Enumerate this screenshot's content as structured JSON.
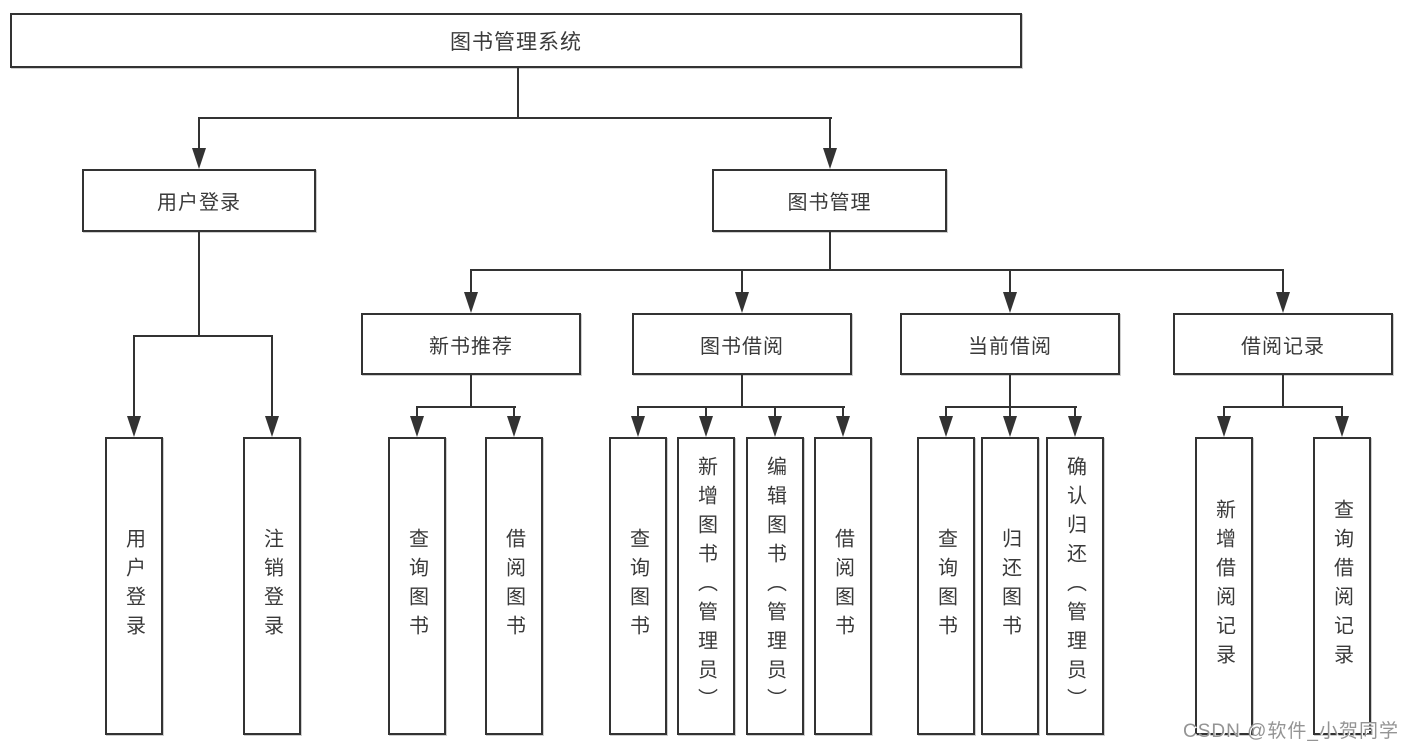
{
  "diagram": {
    "title": "图书管理系统",
    "colors": {
      "line": "#333333",
      "text": "#3a3a3a",
      "background": "#ffffff",
      "watermark": "#949494"
    },
    "nodes": {
      "root": {
        "label": "图书管理系统"
      },
      "level2": [
        {
          "id": "user-login",
          "label": "用户登录",
          "parent": "图书管理系统"
        },
        {
          "id": "book-management",
          "label": "图书管理",
          "parent": "图书管理系统"
        }
      ],
      "level3": [
        {
          "id": "new-book-recommend",
          "label": "新书推荐",
          "parent": "图书管理"
        },
        {
          "id": "book-borrow",
          "label": "图书借阅",
          "parent": "图书管理"
        },
        {
          "id": "current-borrow",
          "label": "当前借阅",
          "parent": "图书管理"
        },
        {
          "id": "borrow-records",
          "label": "借阅记录",
          "parent": "图书管理"
        }
      ],
      "leaves": [
        {
          "id": "user-login-action",
          "label": "用户登录",
          "parent": "用户登录"
        },
        {
          "id": "logout",
          "label": "注销登录",
          "parent": "用户登录"
        },
        {
          "id": "nbr-query-books",
          "label": "查询图书",
          "parent": "新书推荐"
        },
        {
          "id": "nbr-borrow-books",
          "label": "借阅图书",
          "parent": "新书推荐"
        },
        {
          "id": "bb-query-books",
          "label": "查询图书",
          "parent": "图书借阅"
        },
        {
          "id": "bb-add-books-admin",
          "label": "新增图书（管理员）",
          "parent": "图书借阅"
        },
        {
          "id": "bb-edit-books-admin",
          "label": "编辑图书（管理员）",
          "parent": "图书借阅"
        },
        {
          "id": "bb-borrow-books",
          "label": "借阅图书",
          "parent": "图书借阅"
        },
        {
          "id": "cb-query-books",
          "label": "查询图书",
          "parent": "当前借阅"
        },
        {
          "id": "cb-return-books",
          "label": "归还图书",
          "parent": "当前借阅"
        },
        {
          "id": "cb-confirm-return-admin",
          "label": "确认归还（管理员）",
          "parent": "当前借阅"
        },
        {
          "id": "br-add-record",
          "label": "新增借阅记录",
          "parent": "借阅记录"
        },
        {
          "id": "br-query-record",
          "label": "查询借阅记录",
          "parent": "借阅记录"
        }
      ]
    },
    "watermark": "CSDN @软件_小贺同学"
  }
}
